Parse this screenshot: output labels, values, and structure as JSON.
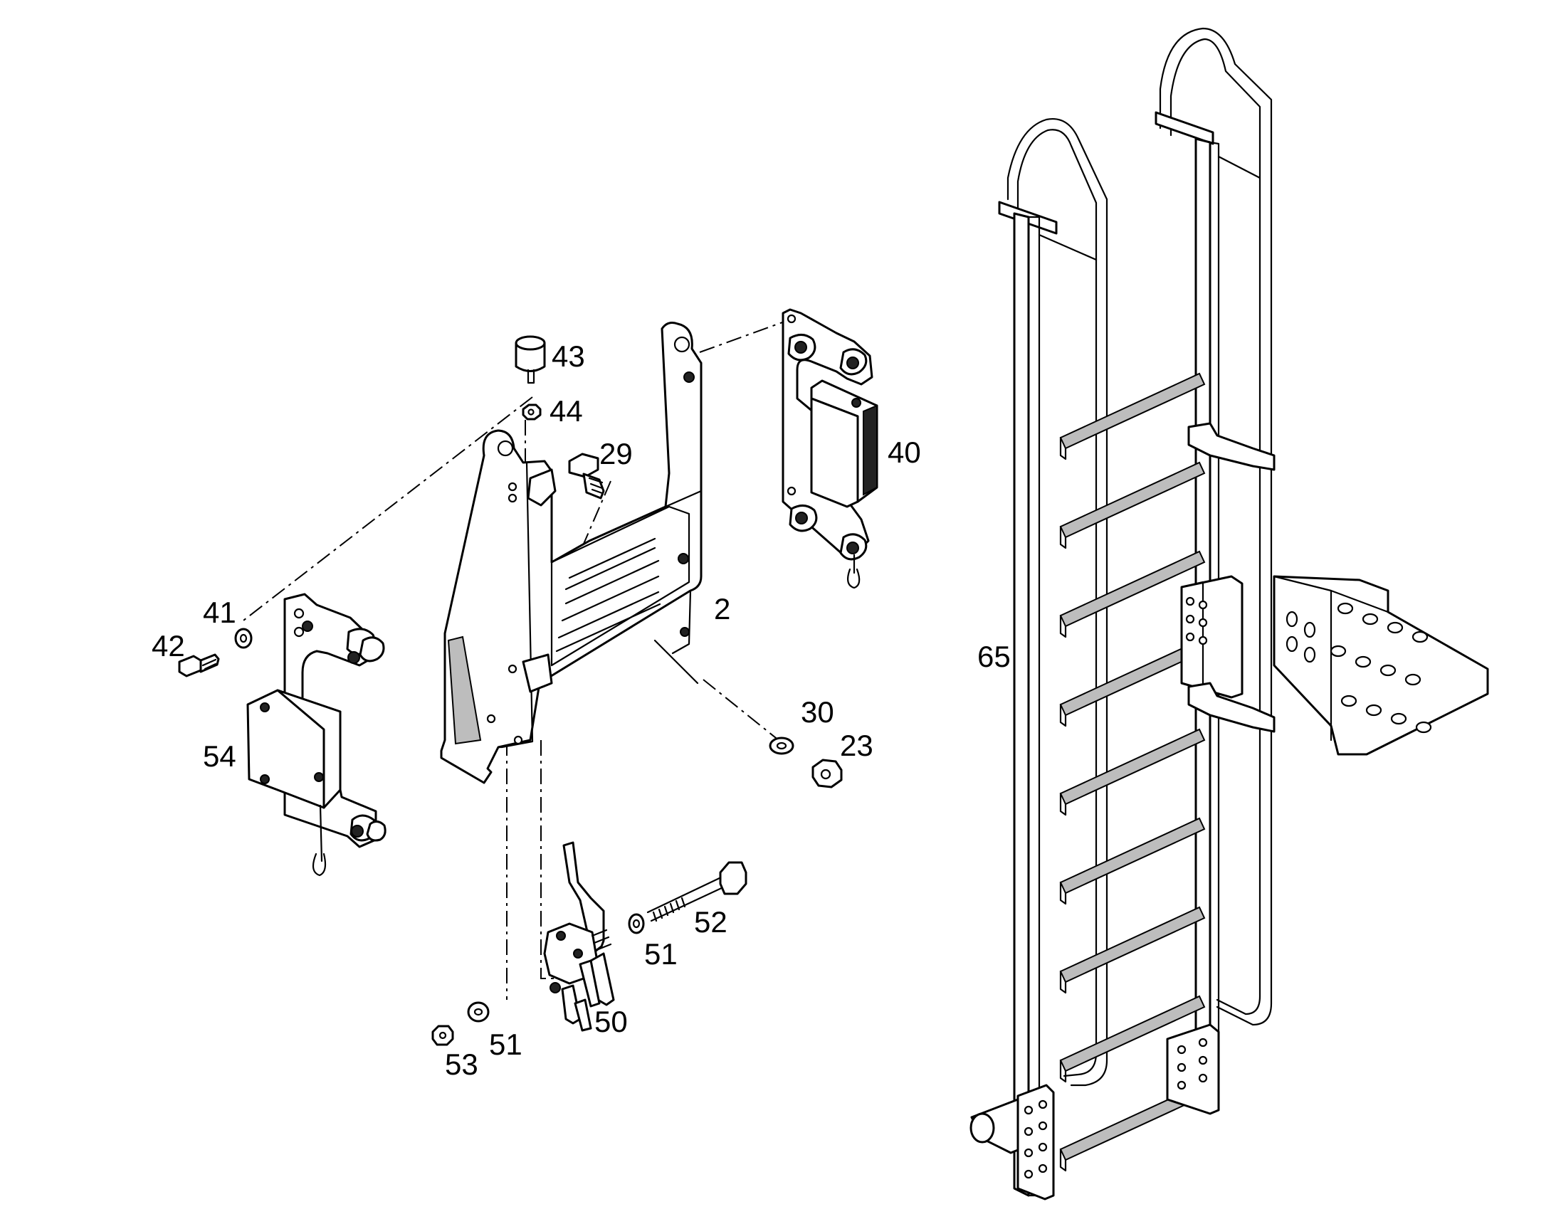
{
  "callouts": [
    {
      "id": "2",
      "label": "2"
    },
    {
      "id": "23",
      "label": "23"
    },
    {
      "id": "29",
      "label": "29"
    },
    {
      "id": "30",
      "label": "30"
    },
    {
      "id": "40",
      "label": "40"
    },
    {
      "id": "41",
      "label": "41"
    },
    {
      "id": "42",
      "label": "42"
    },
    {
      "id": "43",
      "label": "43"
    },
    {
      "id": "44",
      "label": "44"
    },
    {
      "id": "50",
      "label": "50"
    },
    {
      "id": "51a",
      "label": "51"
    },
    {
      "id": "51b",
      "label": "51"
    },
    {
      "id": "52",
      "label": "52"
    },
    {
      "id": "53",
      "label": "53"
    },
    {
      "id": "54",
      "label": "54"
    },
    {
      "id": "65",
      "label": "65"
    }
  ]
}
